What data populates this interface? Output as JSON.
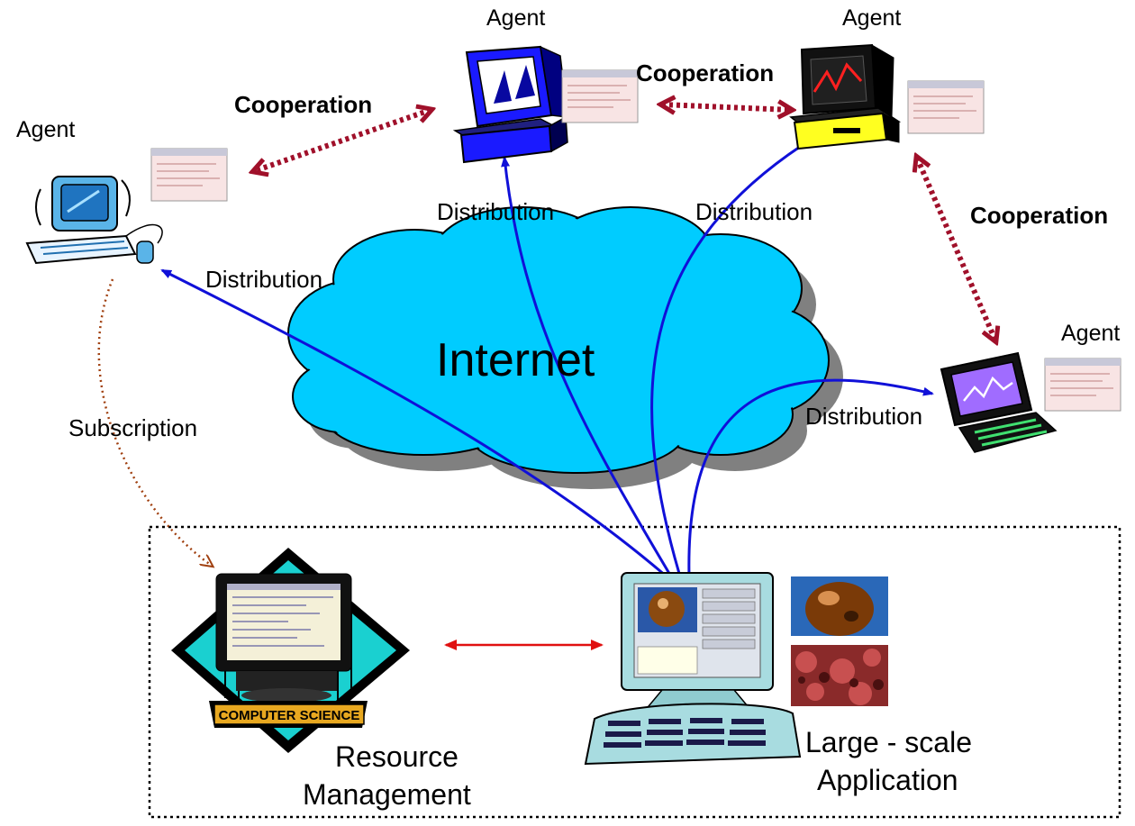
{
  "agent_label": "Agent",
  "cooperation_label": "Cooperation",
  "distribution_label": "Distribution",
  "internet_label": "Internet",
  "subscription_label": "Subscription",
  "resource_management": {
    "line1": "Resource",
    "line2": "Management",
    "badge": "COMPUTER SCIENCE"
  },
  "application": {
    "line1": "Large - scale",
    "line2": "Application"
  },
  "colors": {
    "distribution_arrow": "#1010d8",
    "cooperation_arrow": "#a0102a",
    "subscription_arrow": "#a04010",
    "internal_arrow": "#e01010",
    "cloud": "#00ccff",
    "cloud_shadow": "#808080"
  }
}
